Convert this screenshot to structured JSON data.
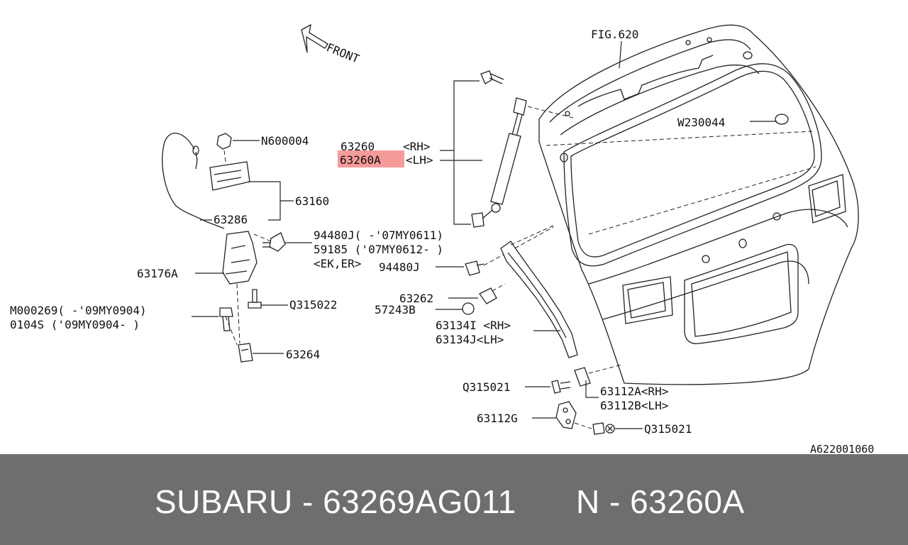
{
  "diagram": {
    "front_label": "FRONT",
    "fig_ref": "FIG.620",
    "drawing_code": "A622001060",
    "highlight_color": "#f79a9a",
    "labels": {
      "n600004": "N600004",
      "p63160": "63160",
      "p63286": "63286",
      "p63176a": "63176A",
      "m000269": "M000269( -'09MY0904)",
      "p0104s": "0104S   ('09MY0904- )",
      "q315022": "Q315022",
      "p63264": "63264",
      "p63260_num": "63260",
      "p63260_rh": "<RH>",
      "p63260a_num": "63260A",
      "p63260a_lh": "<LH>",
      "p94480j_a": "94480J( -'07MY0611)",
      "p59185": "59185 ('07MY0612- )",
      "ek_er": "<EK,ER>",
      "p94480j_b": "94480J",
      "w230044": "W230044",
      "p63262": "63262",
      "p57243b": "57243B",
      "p63134i": "63134I <RH>",
      "p63134j": "63134J<LH>",
      "q315021_a": "Q315021",
      "p63112a": "63112A<RH>",
      "p63112b": "63112B<LH>",
      "p63112g": "63112G",
      "q315021_b": "Q315021"
    }
  },
  "footer": {
    "brand_part": "SUBARU - 63269AG011",
    "ref_part": "N - 63260A"
  }
}
